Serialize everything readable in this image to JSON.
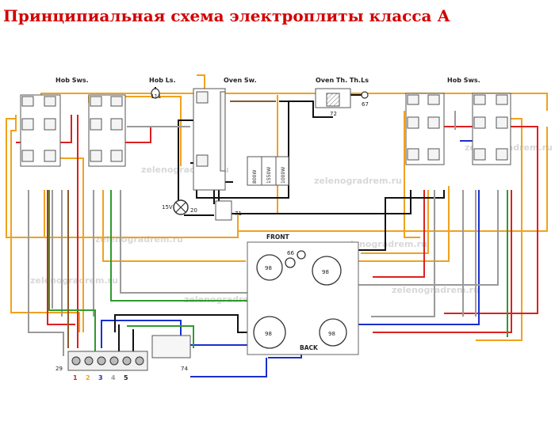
{
  "title": "Принципиальная схема электроплиты класса А",
  "labels": {
    "hob_sws_left": "Hob Sws.",
    "hob_ls": "Hob Ls.",
    "oven_sw": "Oven Sw.",
    "oven_th": "Oven Th. Th.Ls",
    "hob_sws_right": "Hob Sws.",
    "front": "FRONT",
    "back": "BACK"
  },
  "numbers": {
    "n111": "111",
    "n67": "67",
    "n72": "72",
    "n20": "20",
    "n71": "71",
    "v15": "15V",
    "n66": "66",
    "n29": "29",
    "n74": "74",
    "b1": "98",
    "b2": "98",
    "b3": "98",
    "b4": "98",
    "t1": "1",
    "t2": "2",
    "t3": "3",
    "t4": "4",
    "t5": "5"
  },
  "oven_table": {
    "r1": "800W",
    "r2": "1550W",
    "r3": "1000W"
  },
  "watermark": "zelenogradrem.ru",
  "colors": {
    "title": "#d20000",
    "orange": "#f0a21e",
    "red": "#dd2020",
    "blue": "#1a2fcf",
    "black": "#111111",
    "gray": "#9a9a9a",
    "green": "#2f9a2f",
    "cyan": "#22c6d6",
    "brown": "#8a5a2b"
  }
}
